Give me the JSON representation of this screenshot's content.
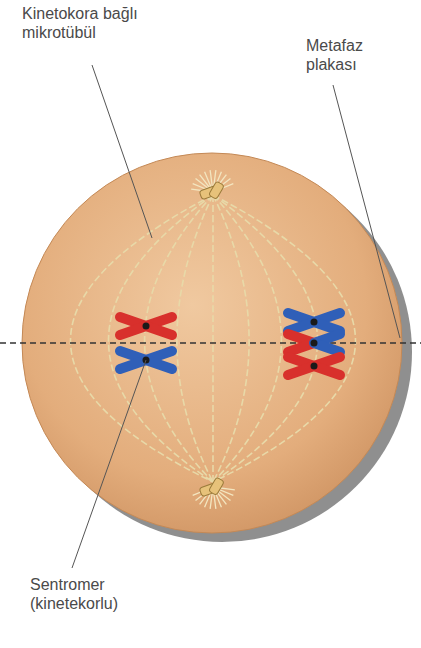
{
  "diagram": {
    "labels": [
      "Kinetokora bağlı mikrotübül",
      "Metafaz plakası",
      "Sentromer (kinetekorlu)"
    ]
  }
}
